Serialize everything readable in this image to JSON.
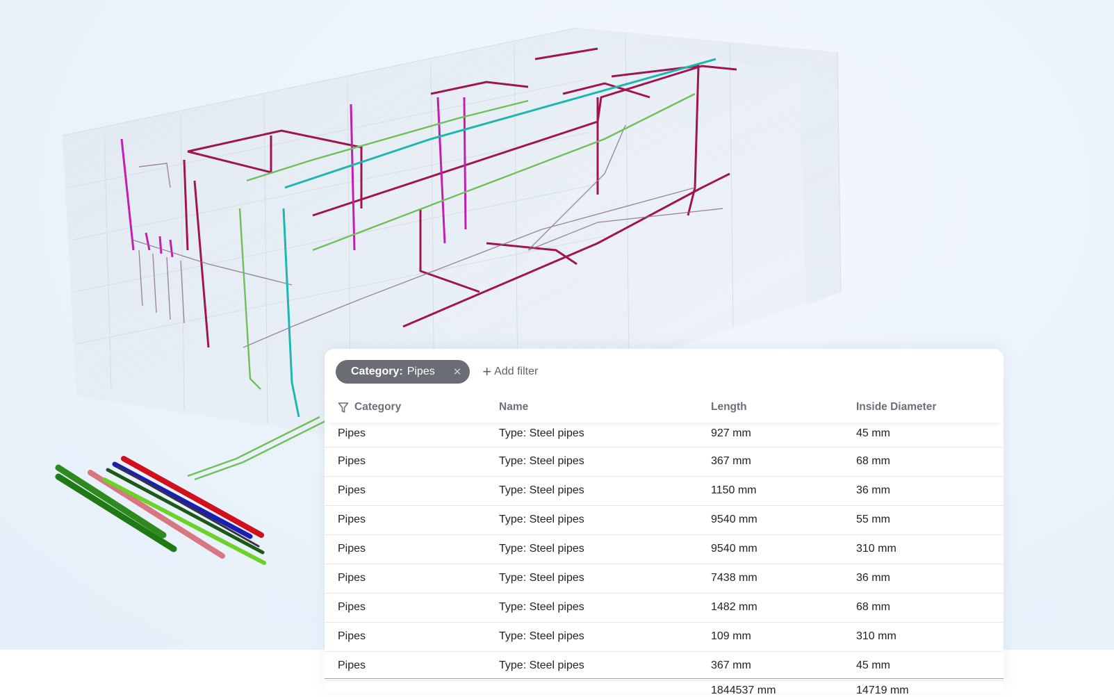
{
  "filter": {
    "chip_key": "Category:",
    "chip_value": "Pipes",
    "remove_icon": "close-icon",
    "add_label": "Add filter",
    "add_icon": "plus-icon"
  },
  "table": {
    "filter_icon": "funnel-icon",
    "columns": [
      "Category",
      "Name",
      "Length",
      "Inside Diameter"
    ],
    "rows": [
      [
        "Pipes",
        "Type: Steel pipes",
        "927 mm",
        "45 mm"
      ],
      [
        "Pipes",
        "Type: Steel pipes",
        "367 mm",
        "68 mm"
      ],
      [
        "Pipes",
        "Type: Steel pipes",
        "1150 mm",
        "36 mm"
      ],
      [
        "Pipes",
        "Type: Steel pipes",
        "9540 mm",
        "55 mm"
      ],
      [
        "Pipes",
        "Type: Steel pipes",
        "9540 mm",
        "310 mm"
      ],
      [
        "Pipes",
        "Type: Steel pipes",
        "7438 mm",
        "36 mm"
      ],
      [
        "Pipes",
        "Type: Steel pipes",
        "1482 mm",
        "68 mm"
      ],
      [
        "Pipes",
        "Type: Steel pipes",
        "109 mm",
        "310 mm"
      ],
      [
        "Pipes",
        "Type: Steel pipes",
        "367 mm",
        "45 mm"
      ]
    ],
    "totals": {
      "length": "1844537 mm",
      "inside_diameter": "14719 mm"
    }
  },
  "colors": {
    "chip_bg": "#6b6d74",
    "pipe_crimson": "#a0154f",
    "pipe_magenta": "#c21fb0",
    "pipe_green": "#3cb043",
    "pipe_cyan": "#1fb5b0",
    "pipe_red": "#d0101a",
    "pipe_blue": "#1a1fb0",
    "pipe_pink": "#d06a7a"
  }
}
